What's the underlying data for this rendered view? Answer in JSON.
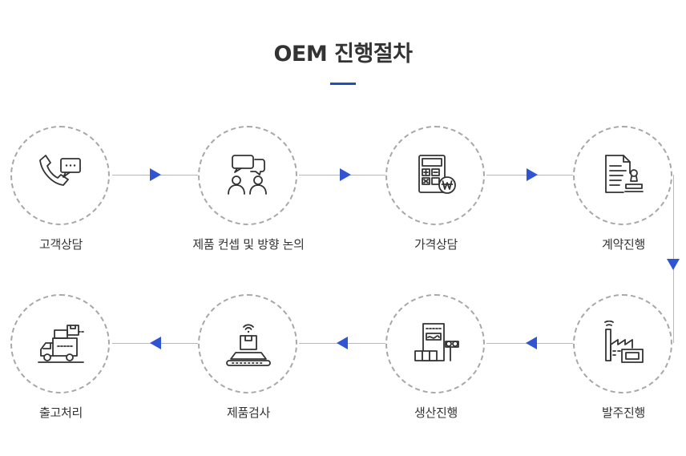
{
  "title": "OEM 진행절차",
  "steps": [
    {
      "label": "고객상담",
      "icon": "phone-chat-icon"
    },
    {
      "label": "제품 컨셉 및 방향 논의",
      "icon": "discussion-icon"
    },
    {
      "label": "가격상담",
      "icon": "calculator-won-icon"
    },
    {
      "label": "계약진행",
      "icon": "contract-stamp-icon"
    },
    {
      "label": "발주진행",
      "icon": "factory-order-icon"
    },
    {
      "label": "생산진행",
      "icon": "production-machine-icon"
    },
    {
      "label": "제품검사",
      "icon": "inspection-conveyor-icon"
    },
    {
      "label": "출고처리",
      "icon": "delivery-truck-icon"
    }
  ],
  "colors": {
    "accent": "#2f55d4",
    "title_bar": "#1f4fb8",
    "line": "#b9b9b9",
    "circle_border": "#a8a8a8",
    "icon": "#333333"
  }
}
